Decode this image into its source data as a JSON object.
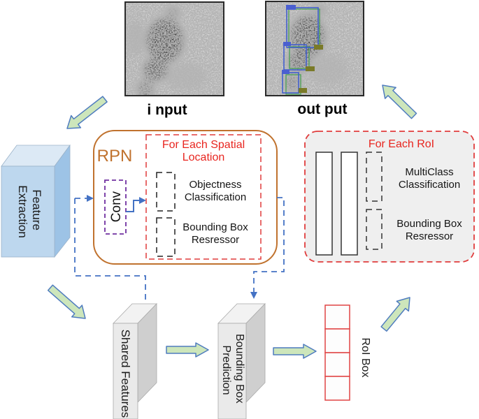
{
  "colors": {
    "rpn_accent": "#c0722e",
    "red_accent": "#e8251f",
    "red_dash": "#e03c3c",
    "conv_purple": "#7030a0",
    "connector_blue": "#4472c4",
    "arrow_fill": "#cde6bb",
    "arrow_stroke": "#4f7cbf",
    "feature_box_blue": "#bdd7ee",
    "panel_gray": "#efefef",
    "roi_cell_red": "#e04545"
  },
  "images": {
    "input_label": "i nput",
    "output_label": "out put"
  },
  "feature_extraction": {
    "line1": "Feature",
    "line2": "Extraction"
  },
  "rpn": {
    "title": "RPN",
    "conv_label": "Conv",
    "spatial_title_line1": "For Each Spatial",
    "spatial_title_line2": "Location",
    "objectness_line1": "Objectness",
    "objectness_line2": "Classification",
    "bbox_reg_line1": "Bounding Box",
    "bbox_reg_line2": "Resressor"
  },
  "roi_head": {
    "title": "For Each RoI",
    "cls_line1": "MultiClass",
    "cls_line2": "Classification",
    "reg_line1": "Bounding Box",
    "reg_line2": "Resressor"
  },
  "shared_features_label": "Shared Features",
  "bbox_prediction": {
    "line1": "Bounding Box",
    "line2": "Prediction"
  },
  "roi_box_label": "RoI Box"
}
